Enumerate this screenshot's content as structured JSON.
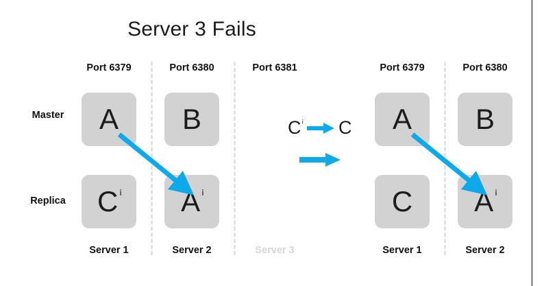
{
  "slide": {
    "title": "Server 3 Fails",
    "accent_color": "#0fa8e8",
    "node_fill": "#d2d2d2",
    "divider_color": "#e2e2e2",
    "faded_text_color": "#d6d6d6"
  },
  "row_labels": {
    "master": "Master",
    "replica": "Replica"
  },
  "left_panel": {
    "ports": [
      "Port 6379",
      "Port 6380",
      "Port 6381"
    ],
    "servers": [
      {
        "name": "Server 1",
        "faded": false
      },
      {
        "name": "Server 2",
        "faded": false
      },
      {
        "name": "Server 3",
        "faded": true
      }
    ],
    "nodes": {
      "master_1": {
        "letter": "A",
        "prime": ""
      },
      "master_2": {
        "letter": "B",
        "prime": ""
      },
      "replica_1": {
        "letter": "C",
        "prime": "ⁱ"
      },
      "replica_2": {
        "letter": "A",
        "prime": "ⁱ"
      }
    },
    "arrow": {
      "name": "failover-arrow",
      "from": "master_1",
      "to": "replica_2"
    }
  },
  "legend": {
    "promotion": {
      "from_letter": "C",
      "from_prime": "ⁱ",
      "to_letter": "C",
      "arrow": "→",
      "description": "replica promoted to master"
    },
    "transition_arrow": {
      "name": "transition-arrow",
      "description": "state transition"
    }
  },
  "right_panel": {
    "ports": [
      "Port 6379",
      "Port 6380"
    ],
    "servers": [
      {
        "name": "Server 1",
        "faded": false
      },
      {
        "name": "Server 2",
        "faded": false
      }
    ],
    "nodes": {
      "master_1": {
        "letter": "A",
        "prime": ""
      },
      "master_2": {
        "letter": "B",
        "prime": ""
      },
      "replica_1": {
        "letter": "C",
        "prime": ""
      },
      "replica_2": {
        "letter": "A",
        "prime": "ⁱ"
      }
    },
    "arrow": {
      "name": "failover-arrow",
      "from": "master_1",
      "to": "replica_2"
    }
  }
}
